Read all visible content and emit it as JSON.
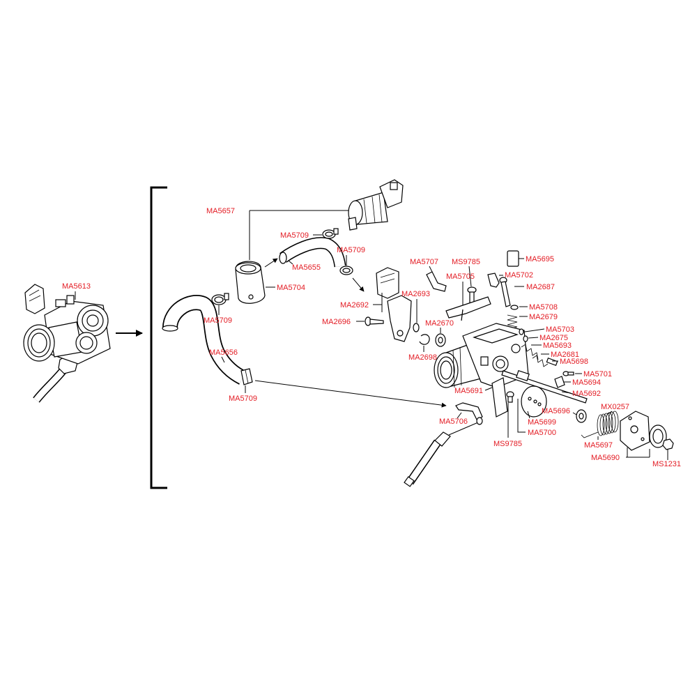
{
  "colors": {
    "label": "#e31b23",
    "line": "#000000",
    "background": "#ffffff"
  },
  "callouts": [
    "MA5613",
    "MA5657",
    "MA5709",
    "MA5709",
    "MA5655",
    "MA5704",
    "MA5709",
    "MA5656",
    "MA5709",
    "MA5707",
    "MS9785",
    "MA5695",
    "MA5705",
    "MA5702",
    "MA2687",
    "MA2693",
    "MA2692",
    "MA5708",
    "MA2679",
    "MA2670",
    "MA2696",
    "MA5703",
    "MA2675",
    "MA5693",
    "MA2681",
    "MA2698",
    "MA5698",
    "MA5701",
    "MA5694",
    "MA5691",
    "MA5692",
    "MX0257",
    "MA5696",
    "MA5706",
    "MA5699",
    "MA5700",
    "MS9785",
    "MA5697",
    "MA5690",
    "MS1231"
  ]
}
